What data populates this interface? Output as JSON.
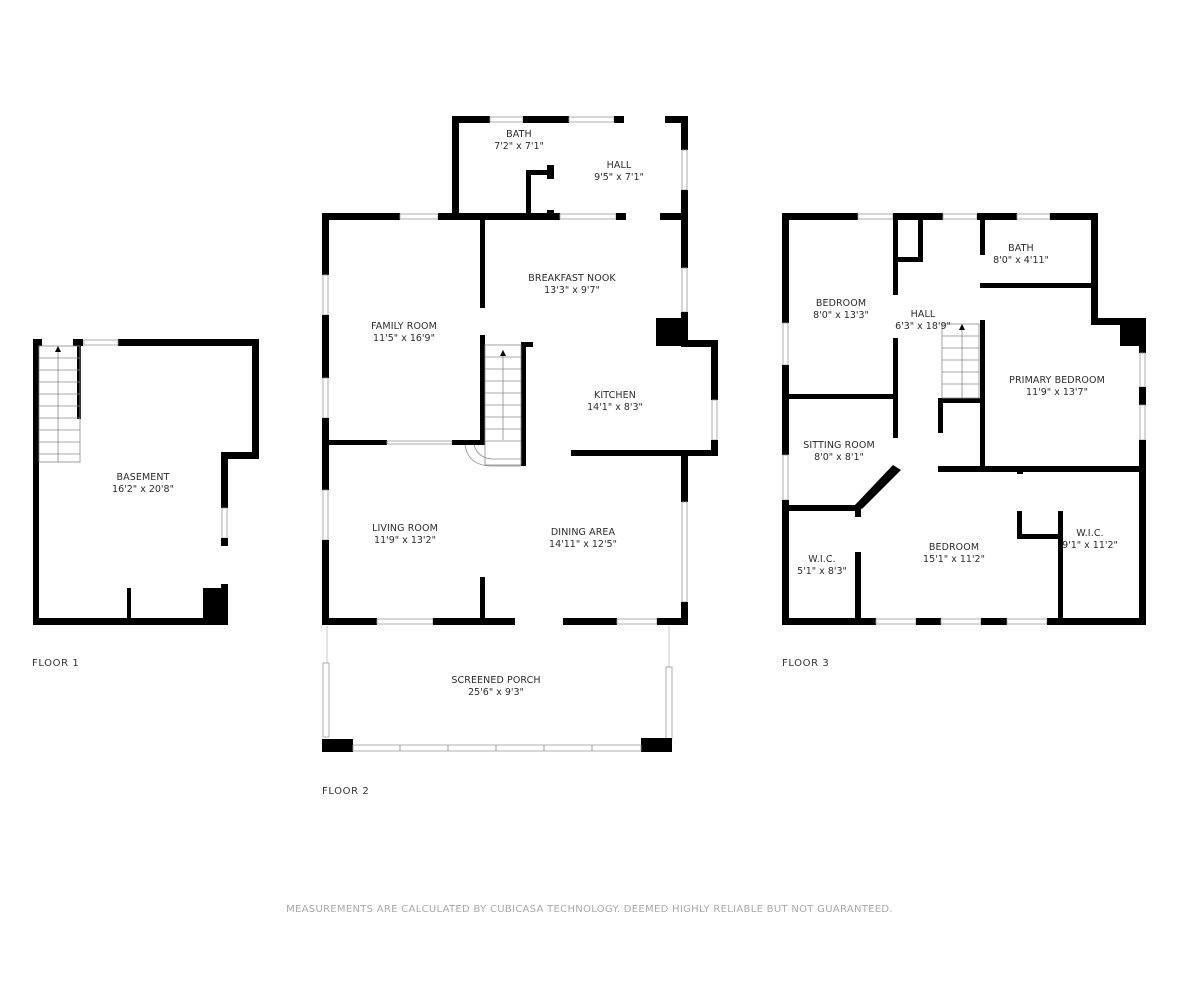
{
  "floors": [
    {
      "label": "FLOOR 1",
      "rooms": [
        {
          "name": "BASEMENT",
          "dims": "16'2\" x 20'8\""
        }
      ]
    },
    {
      "label": "FLOOR 2",
      "rooms": [
        {
          "name": "BATH",
          "dims": "7'2\" x 7'1\""
        },
        {
          "name": "HALL",
          "dims": "9'5\" x 7'1\""
        },
        {
          "name": "BREAKFAST NOOK",
          "dims": "13'3\" x 9'7\""
        },
        {
          "name": "FAMILY ROOM",
          "dims": "11'5\" x 16'9\""
        },
        {
          "name": "KITCHEN",
          "dims": "14'1\" x 8'3\""
        },
        {
          "name": "LIVING ROOM",
          "dims": "11'9\" x 13'2\""
        },
        {
          "name": "DINING AREA",
          "dims": "14'11\" x 12'5\""
        },
        {
          "name": "SCREENED PORCH",
          "dims": "25'6\" x 9'3\""
        }
      ]
    },
    {
      "label": "FLOOR 3",
      "rooms": [
        {
          "name": "BEDROOM",
          "dims": "8'0\" x 13'3\""
        },
        {
          "name": "HALL",
          "dims": "6'3\" x 18'9\""
        },
        {
          "name": "BATH",
          "dims": "8'0\" x 4'11\""
        },
        {
          "name": "PRIMARY BEDROOM",
          "dims": "11'9\" x 13'7\""
        },
        {
          "name": "SITTING ROOM",
          "dims": "8'0\" x 8'1\""
        },
        {
          "name": "W.I.C.",
          "dims": "5'1\" x 8'3\""
        },
        {
          "name": "BEDROOM",
          "dims": "15'1\" x 11'2\""
        },
        {
          "name": "W.I.C.",
          "dims": "9'1\" x 11'2\""
        }
      ]
    }
  ],
  "footer": {
    "disclaimer": "MEASUREMENTS ARE CALCULATED BY CUBICASA TECHNOLOGY. DEEMED HIGHLY RELIABLE BUT NOT GUARANTEED."
  },
  "colors": {
    "wall": "#000000",
    "window": "#d9d9d9",
    "text": "#2b2b2b",
    "disclaimer": "#a9a9a9"
  }
}
